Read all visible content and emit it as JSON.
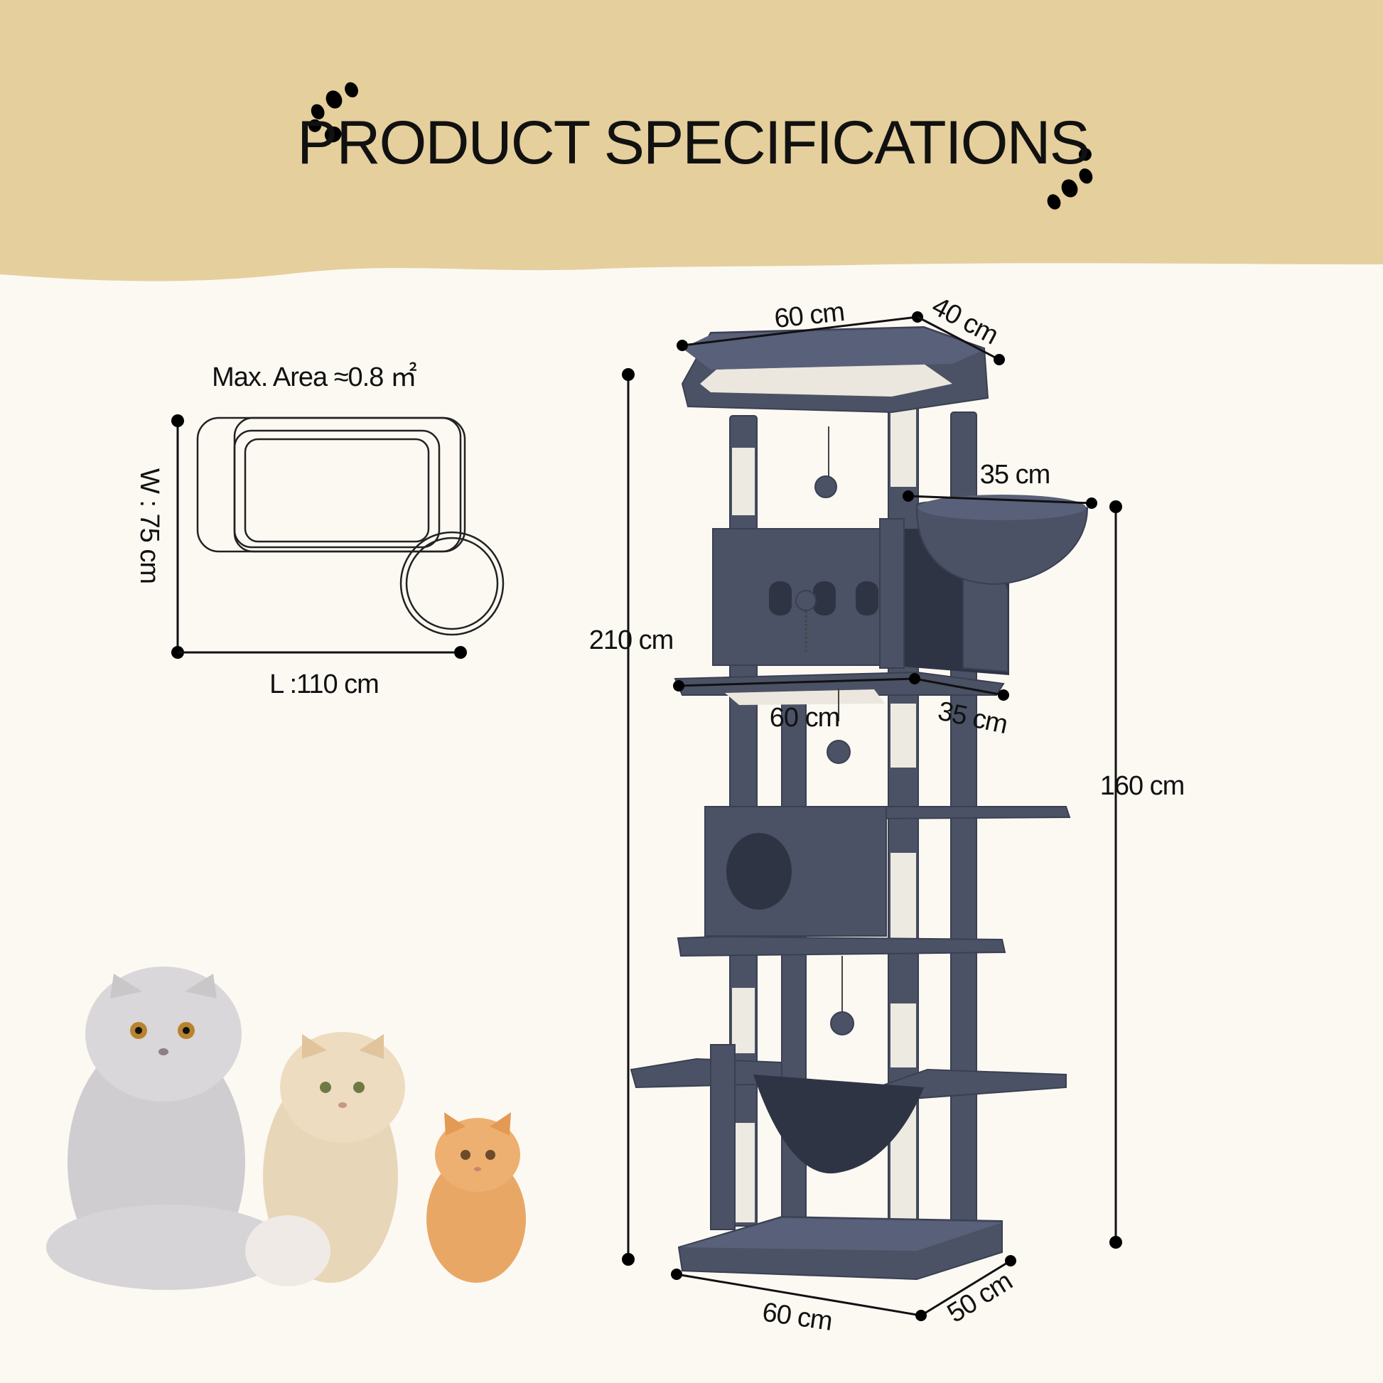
{
  "header": {
    "title": "PRODUCT SPECIFICATIONS",
    "background_color": "#E5CF9C",
    "icons": [
      "paw-print-icon",
      "paw-print-icon"
    ]
  },
  "area_diagram": {
    "max_area": "Max. Area ≈0.8 ㎡",
    "width_label": "W : 75 cm",
    "length_label": "L :110 cm"
  },
  "dimensions": {
    "top_platform_length": "60 cm",
    "top_platform_width": "40 cm",
    "basket_diameter": "35 cm",
    "total_height": "210 cm",
    "middle_platform_length": "60 cm",
    "middle_platform_width": "35 cm",
    "basket_height": "160 cm",
    "base_length": "60 cm",
    "base_width": "50 cm"
  },
  "images": {
    "product": "grey-cat-tree",
    "cats": [
      "grey-british-shorthair-cat",
      "cream-cat",
      "orange-kitten"
    ]
  },
  "colors": {
    "background": "#FCF9F3",
    "header": "#E5CF9C",
    "product_fur": "#4B5265",
    "sisal": "#EDEAE1"
  }
}
